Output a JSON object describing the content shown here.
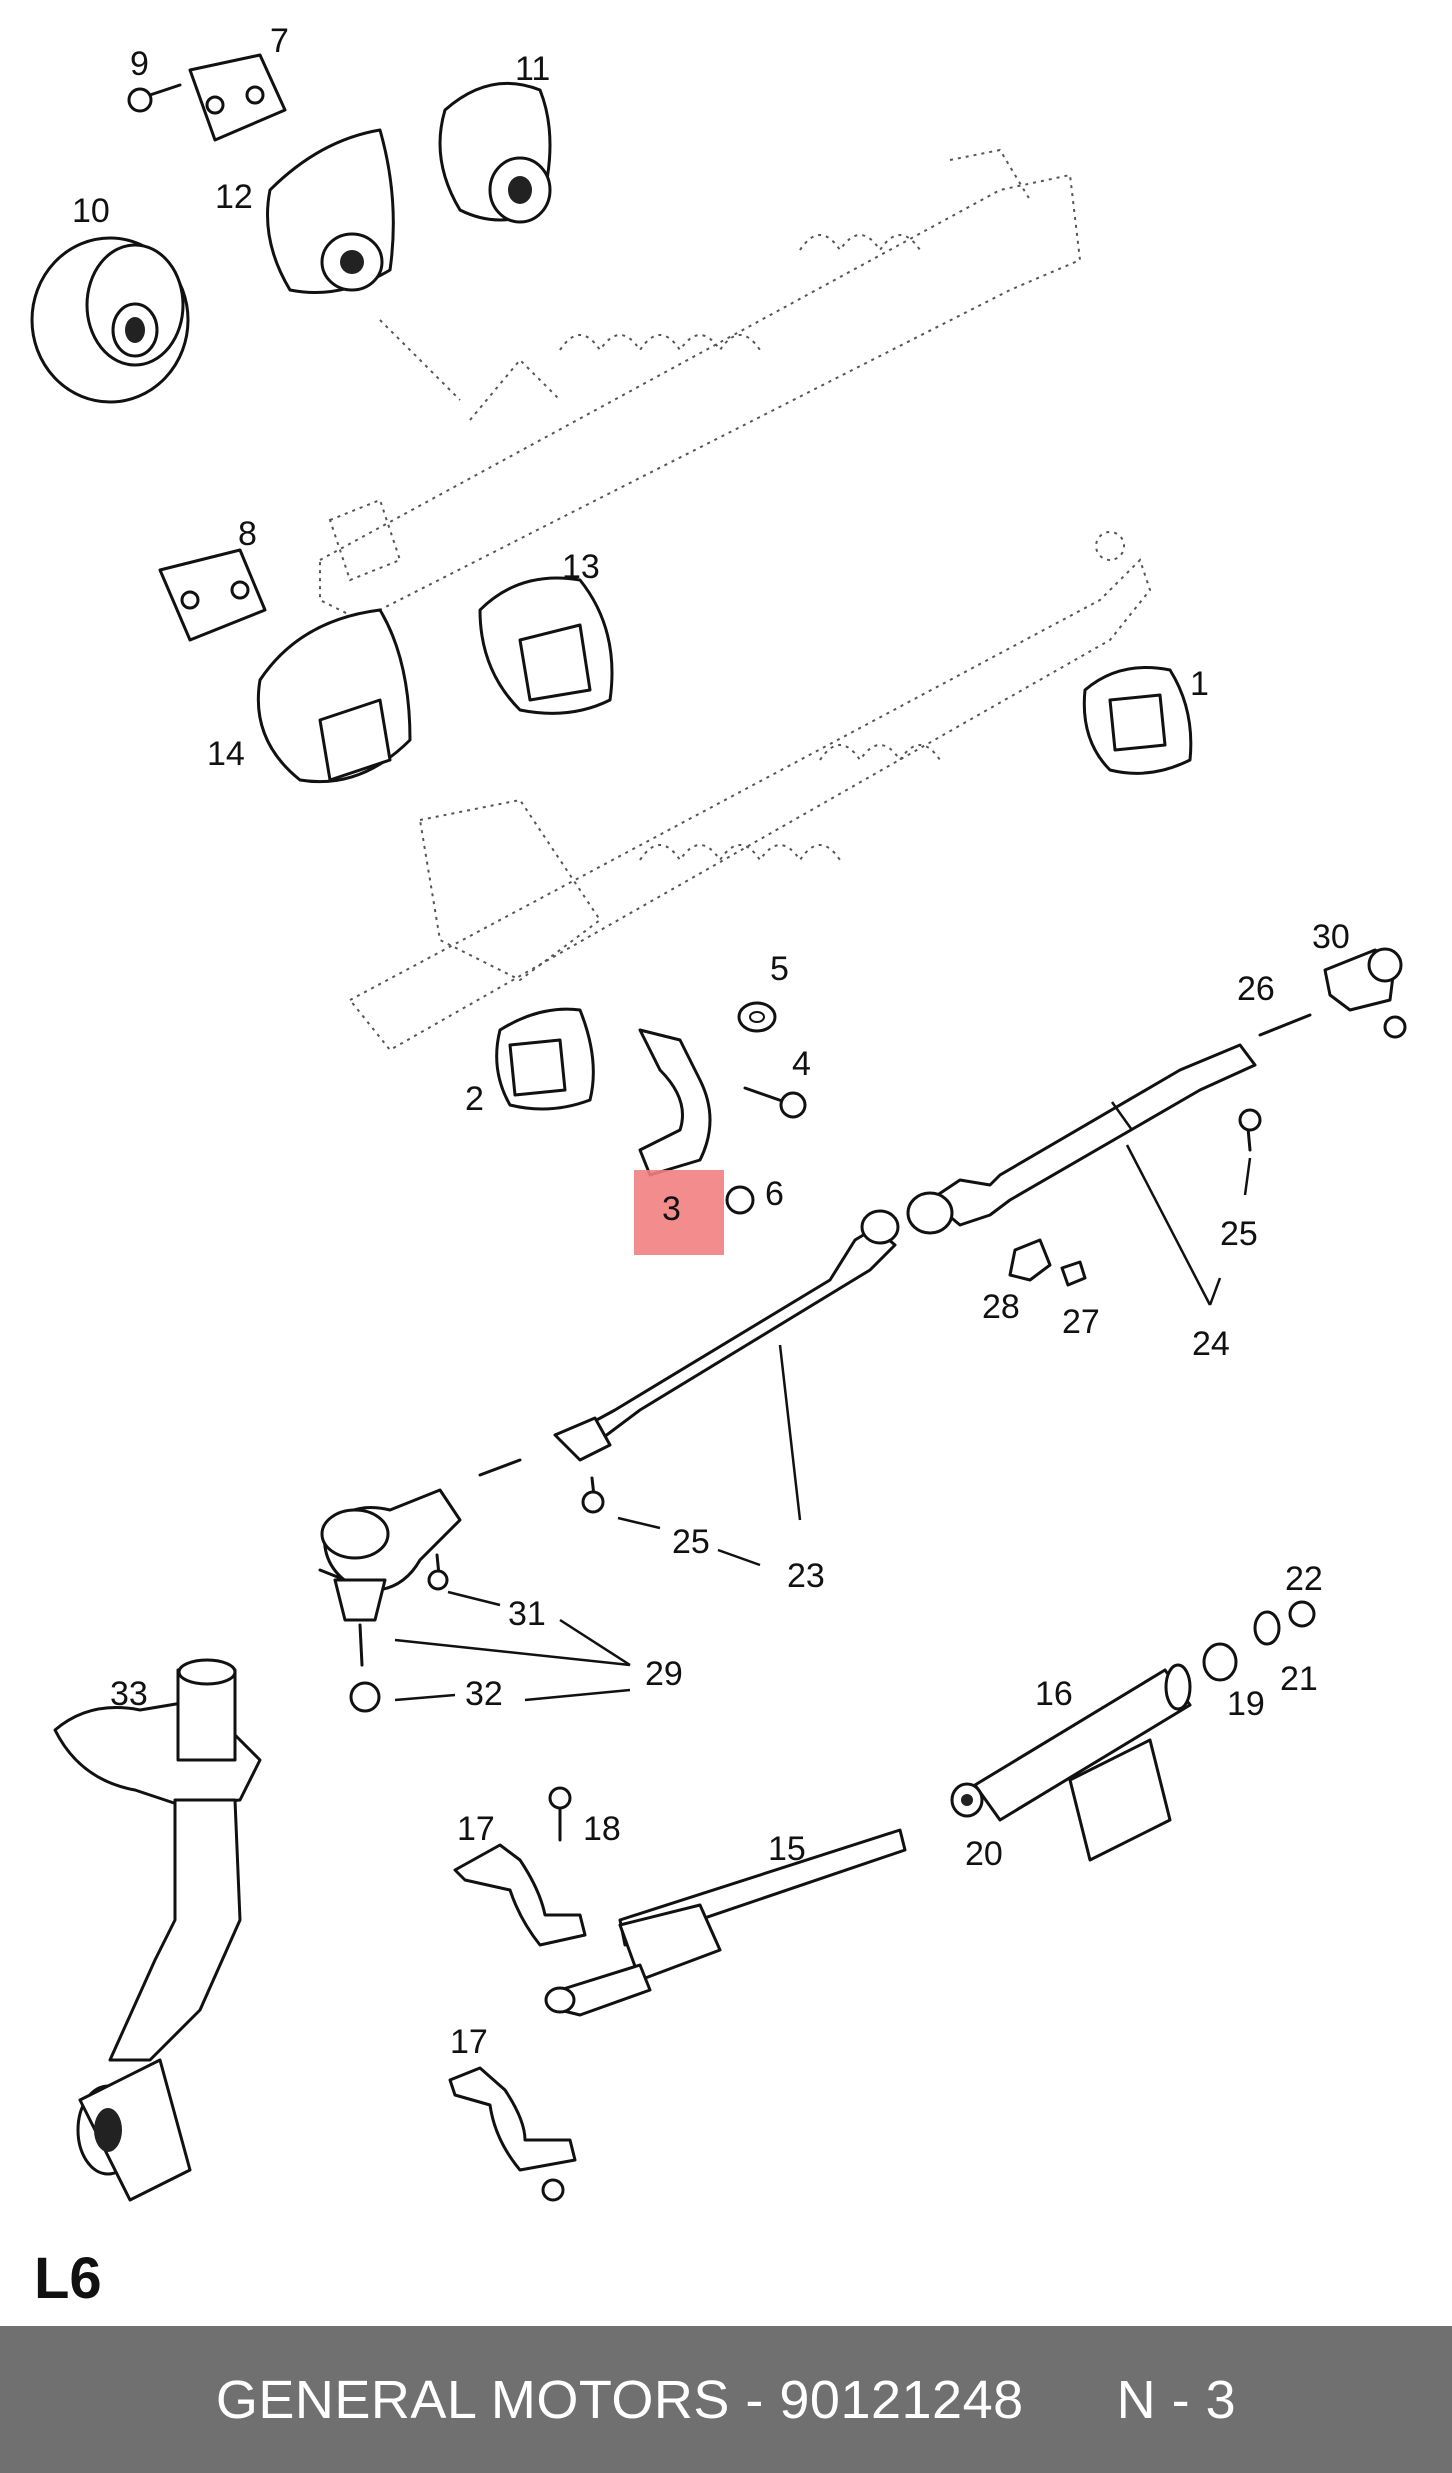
{
  "diagram": {
    "page_label": "L6",
    "highlight_color": "#f28080",
    "callouts": [
      {
        "id": "c1",
        "text": "1"
      },
      {
        "id": "c2",
        "text": "2"
      },
      {
        "id": "c3",
        "text": "3"
      },
      {
        "id": "c4",
        "text": "4"
      },
      {
        "id": "c5",
        "text": "5"
      },
      {
        "id": "c6",
        "text": "6"
      },
      {
        "id": "c7",
        "text": "7"
      },
      {
        "id": "c8",
        "text": "8"
      },
      {
        "id": "c9",
        "text": "9"
      },
      {
        "id": "c10",
        "text": "10"
      },
      {
        "id": "c11",
        "text": "11"
      },
      {
        "id": "c12",
        "text": "12"
      },
      {
        "id": "c13",
        "text": "13"
      },
      {
        "id": "c14",
        "text": "14"
      },
      {
        "id": "c15",
        "text": "15"
      },
      {
        "id": "c16",
        "text": "16"
      },
      {
        "id": "c17a",
        "text": "17"
      },
      {
        "id": "c17b",
        "text": "17"
      },
      {
        "id": "c18",
        "text": "18"
      },
      {
        "id": "c19",
        "text": "19"
      },
      {
        "id": "c20",
        "text": "20"
      },
      {
        "id": "c21",
        "text": "21"
      },
      {
        "id": "c22",
        "text": "22"
      },
      {
        "id": "c23",
        "text": "23"
      },
      {
        "id": "c24",
        "text": "24"
      },
      {
        "id": "c25a",
        "text": "25"
      },
      {
        "id": "c25b",
        "text": "25"
      },
      {
        "id": "c26",
        "text": "26"
      },
      {
        "id": "c27",
        "text": "27"
      },
      {
        "id": "c28",
        "text": "28"
      },
      {
        "id": "c29",
        "text": "29"
      },
      {
        "id": "c30",
        "text": "30"
      },
      {
        "id": "c31",
        "text": "31"
      },
      {
        "id": "c32",
        "text": "32"
      },
      {
        "id": "c33",
        "text": "33"
      }
    ]
  },
  "footer": {
    "text": "GENERAL MOTORS - 90121248      N - 3",
    "background": "#707070",
    "text_color": "#ffffff"
  }
}
